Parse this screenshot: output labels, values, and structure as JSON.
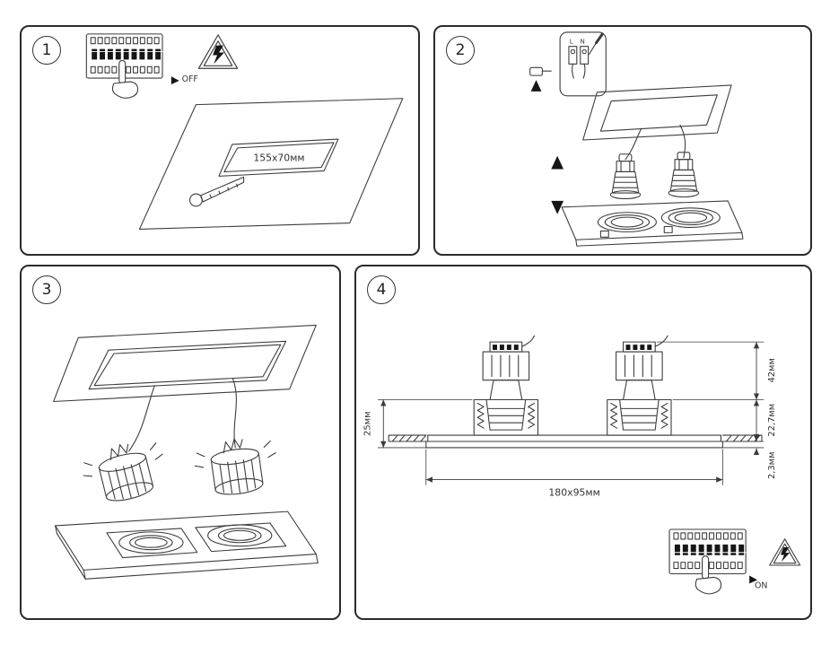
{
  "colors": {
    "line": "#3c3c3c",
    "dark": "#161616",
    "background": "#ffffff"
  },
  "panels": [
    {
      "number": "1",
      "breaker_label": "OFF",
      "cutout_dimension": "155x70мм"
    },
    {
      "number": "2",
      "terminal_label": "L N"
    },
    {
      "number": "3"
    },
    {
      "number": "4",
      "breaker_label": "ON",
      "dimensions": {
        "above_ceiling": "42мм",
        "recess_depth": "22,7мм",
        "trim_height": "2,3мм",
        "cutout_depth": "25мм",
        "frame_size": "180x95мм"
      }
    }
  ]
}
